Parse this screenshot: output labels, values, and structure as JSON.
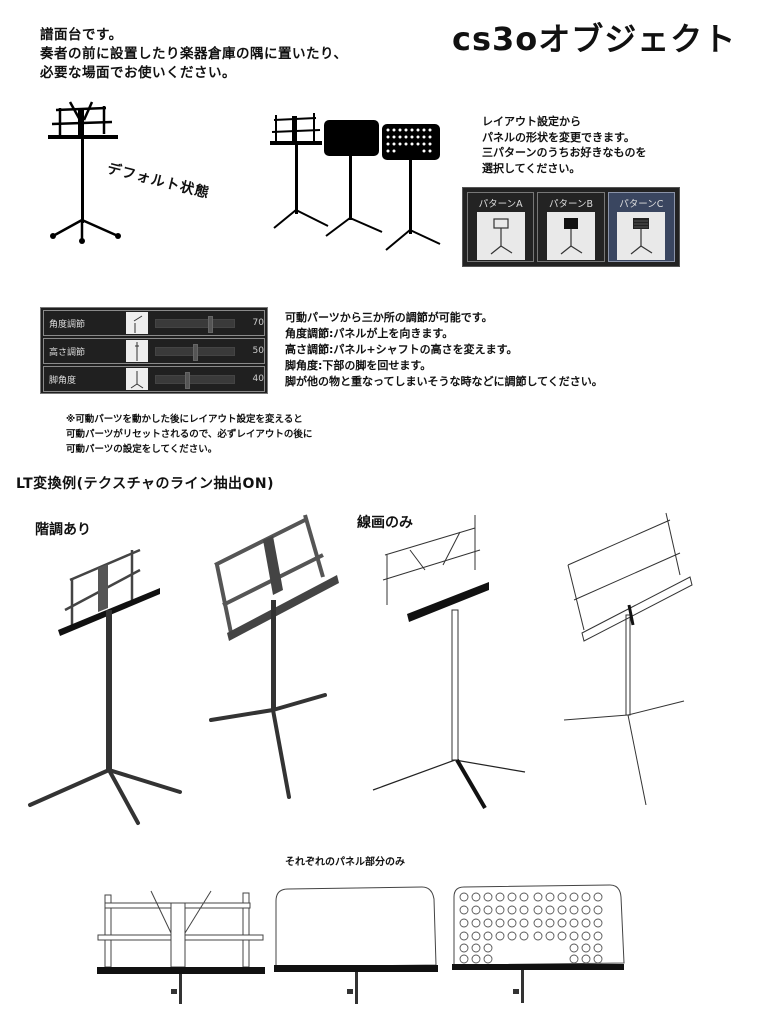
{
  "intro": {
    "lines": [
      "譜面台です。",
      "奏者の前に設置したり楽器倉庫の隅に置いたり、",
      "必要な場面でお使いください。"
    ]
  },
  "brand": {
    "title": "cs3oオブジェクト"
  },
  "default_state_label": "デフォルト状態",
  "layout": {
    "description": [
      "レイアウト設定から",
      "パネルの形状を変更できます。",
      "三パターンのうちお好きなものを",
      "選択してください。"
    ],
    "patterns": [
      {
        "label": "パターンA",
        "selected": false
      },
      {
        "label": "パターンB",
        "selected": false
      },
      {
        "label": "パターンC",
        "selected": true
      }
    ],
    "colors": {
      "panel_bg": "#222222",
      "selected_bg": "#3a4660"
    }
  },
  "sliders": [
    {
      "name": "角度調節",
      "value": "70",
      "percent": 70
    },
    {
      "name": "高さ調節",
      "value": "50",
      "percent": 50
    },
    {
      "name": "脚角度",
      "value": "40",
      "percent": 40
    }
  ],
  "adjust": {
    "lines": [
      "可動パーツから三か所の調節が可能です。",
      "角度調節:パネルが上を向きます。",
      "高さ調節:パネル+シャフトの高さを変えます。",
      "脚角度:下部の脚を回せます。",
      "脚が他の物と重なってしまいそうな時などに調節してください。"
    ]
  },
  "note": {
    "lines": [
      "※可動パーツを動かした後にレイアウト設定を変えると",
      "可動パーツがリセットされるので、必ずレイアウトの後に",
      "可動パーツの設定をしてください。"
    ]
  },
  "lt": {
    "title": "LT変換例(テクスチャのライン抽出ON)",
    "tone_label": "階調あり",
    "line_label": "線画のみ"
  },
  "panels": {
    "title": "それぞれのパネル部分のみ"
  }
}
